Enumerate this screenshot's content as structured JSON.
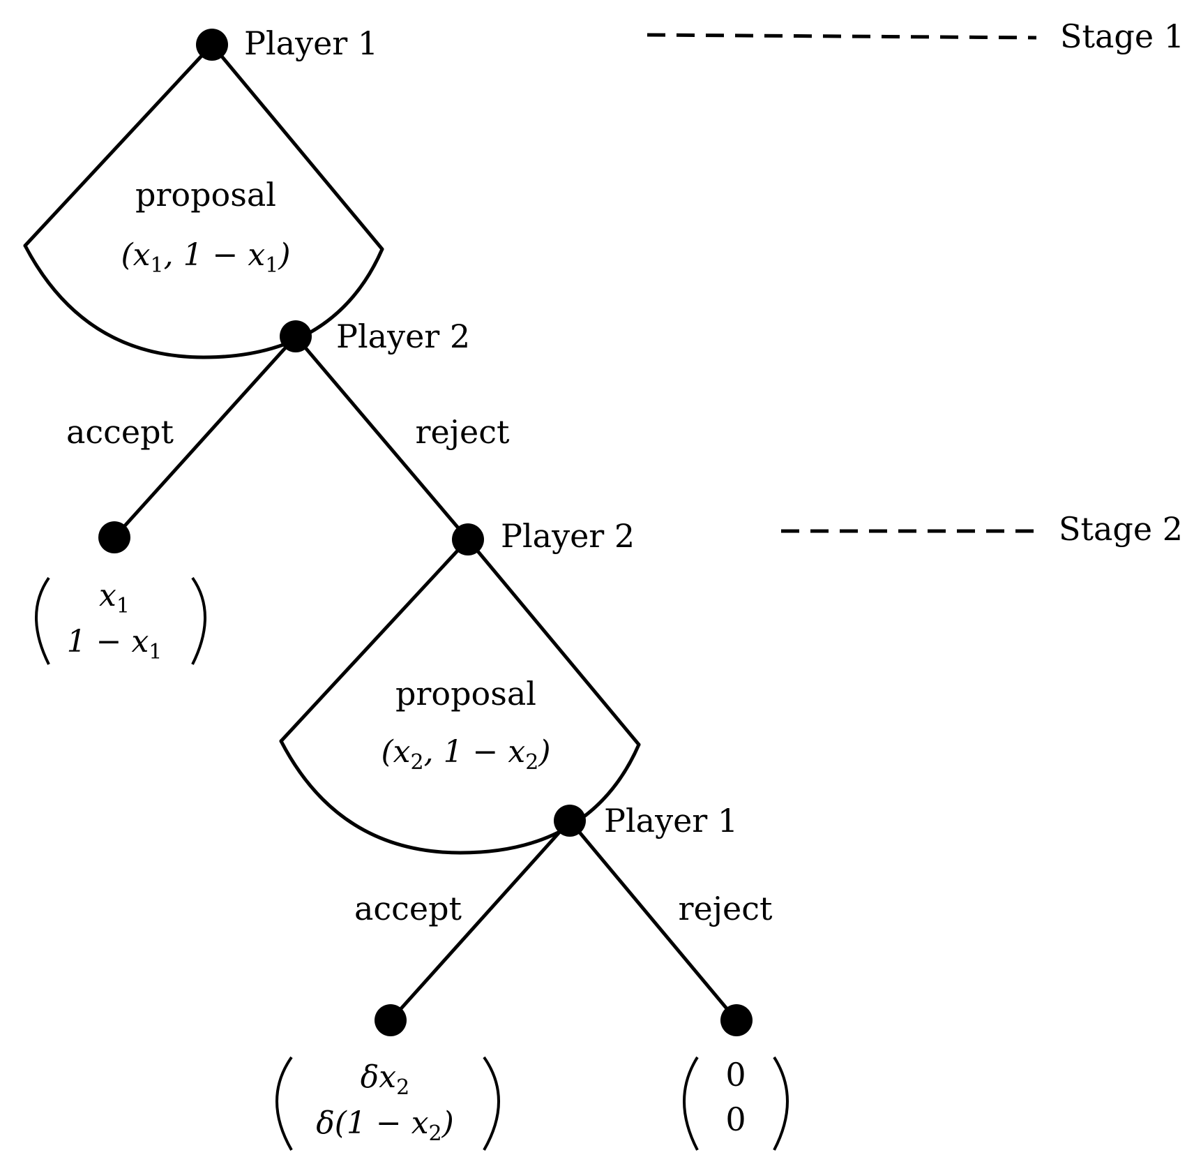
{
  "nodes": {
    "n1": {
      "label": "Player 1"
    },
    "n2": {
      "label": "Player 2"
    },
    "n3": {
      "label": "Player 2"
    },
    "n4": {
      "label": "Player 1"
    }
  },
  "stages": [
    {
      "label": "Stage 1"
    },
    {
      "label": "Stage 2"
    }
  ],
  "proposals": [
    {
      "title": "proposal",
      "formula_left": "(x",
      "sub_a": "1",
      "mid": ",  1 − x",
      "sub_b": "1",
      "close": ")"
    },
    {
      "title": "proposal",
      "formula_left": "(x",
      "sub_a": "2",
      "mid": ",  1 − x",
      "sub_b": "2",
      "close": ")"
    }
  ],
  "edges": {
    "accept_1": "accept",
    "reject_1": "reject",
    "accept_2": "accept",
    "reject_2": "reject"
  },
  "payoffs": {
    "p1": {
      "top": "x",
      "top_sub": "1",
      "bottom": "1 − x",
      "bottom_sub": "1"
    },
    "p2": {
      "top": "δx",
      "top_sub": "2",
      "bottom": "δ(1 − x",
      "bottom_sub": "2",
      "bottom_close": ")"
    },
    "p3": {
      "top": "0",
      "bottom": "0"
    }
  }
}
